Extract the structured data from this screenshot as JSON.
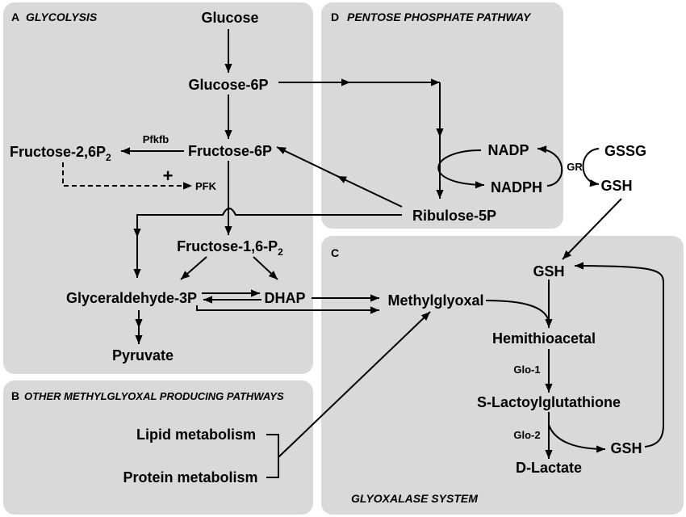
{
  "panels": {
    "glycolysis": {
      "letter": "A",
      "title": "GLYCOLYSIS"
    },
    "pentose_phosphate": {
      "letter": "D",
      "title": "PENTOSE PHOSPHATE PATHWAY"
    },
    "other_pathways": {
      "letter": "B",
      "title": "OTHER METHYLGLYOXAL PRODUCING PATHWAYS"
    },
    "glyoxalase": {
      "letter": "C",
      "title": "GLYOXALASE SYSTEM"
    }
  },
  "nodes": {
    "glucose": "Glucose",
    "glucose_6p": "Glucose-6P",
    "fructose_6p": "Fructose-6P",
    "fructose_2_6p2": {
      "text": "Fructose-2,6P",
      "sub": "2"
    },
    "fructose_1_6p2": {
      "text": "Fructose-1,6-P",
      "sub": "2"
    },
    "glyceraldehyde_3p": "Glyceraldehyde-3P",
    "dhap": "DHAP",
    "pyruvate": "Pyruvate",
    "ribulose_5p": "Ribulose-5P",
    "nadp": "NADP",
    "nadph": "NADPH",
    "gssg": "GSSG",
    "gsh_ppp": "GSH",
    "methylglyoxal": "Methylglyoxal",
    "lipid_metabolism": "Lipid metabolism",
    "protein_metabolism": "Protein metabolism",
    "gsh_glyoxalase_top": "GSH",
    "hemithioacetal": "Hemithioacetal",
    "s_lactoylglutathione": "S-Lactoylglutathione",
    "gsh_glyoxalase_right": "GSH",
    "d_lactate": "D-Lactate"
  },
  "enzymes": {
    "pfkfb": "Pfkfb",
    "pfk": "PFK",
    "gr": "GR",
    "glo1": "Glo-1",
    "glo2": "Glo-2"
  },
  "regulation": {
    "pfk_activation": "+"
  },
  "colors": {
    "panel_fill": "#d9d9d9",
    "line": "#000000",
    "background": "#ffffff"
  }
}
